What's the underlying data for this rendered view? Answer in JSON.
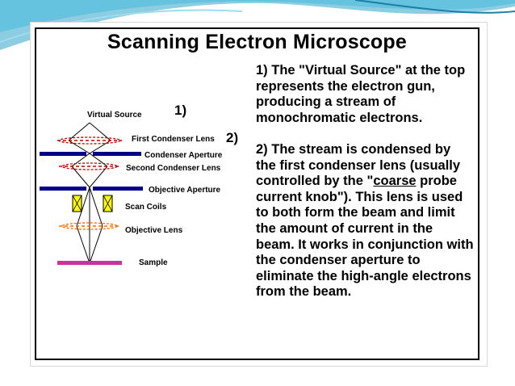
{
  "slide": {
    "title": "Scanning Electron Microscope",
    "colors": {
      "accent": "#2da4c8",
      "beam_lens": "#cc0000",
      "aperture": "#00008b",
      "coil": "#ffff00",
      "objective_lens": "#ff6600",
      "sample": "#cc3399"
    }
  },
  "diagram": {
    "labels": {
      "virtual_source": "Virtual Source",
      "first_condenser_lens": "First Condenser Lens",
      "condenser_aperture": "Condenser Aperture",
      "second_condenser_lens": "Second Condenser Lens",
      "objective_aperture": "Objective Aperture",
      "scan_coils": "Scan Coils",
      "objective_lens": "Objective Lens",
      "sample": "Sample"
    },
    "markers": {
      "one": "1)",
      "two": "2)"
    }
  },
  "text": {
    "p1": "1) The \"Virtual Source\" at the top represents the electron gun, producing a stream of monochromatic electrons.",
    "p2_before": "2) The stream is condensed by the first condenser lens (usually controlled by the \"",
    "p2_underlined": "coarse",
    "p2_after": " probe current knob\"). This lens is used to both form the beam and limit the amount of current in the beam. It works in conjunction with the condenser aperture to eliminate the high-angle electrons from the beam."
  }
}
